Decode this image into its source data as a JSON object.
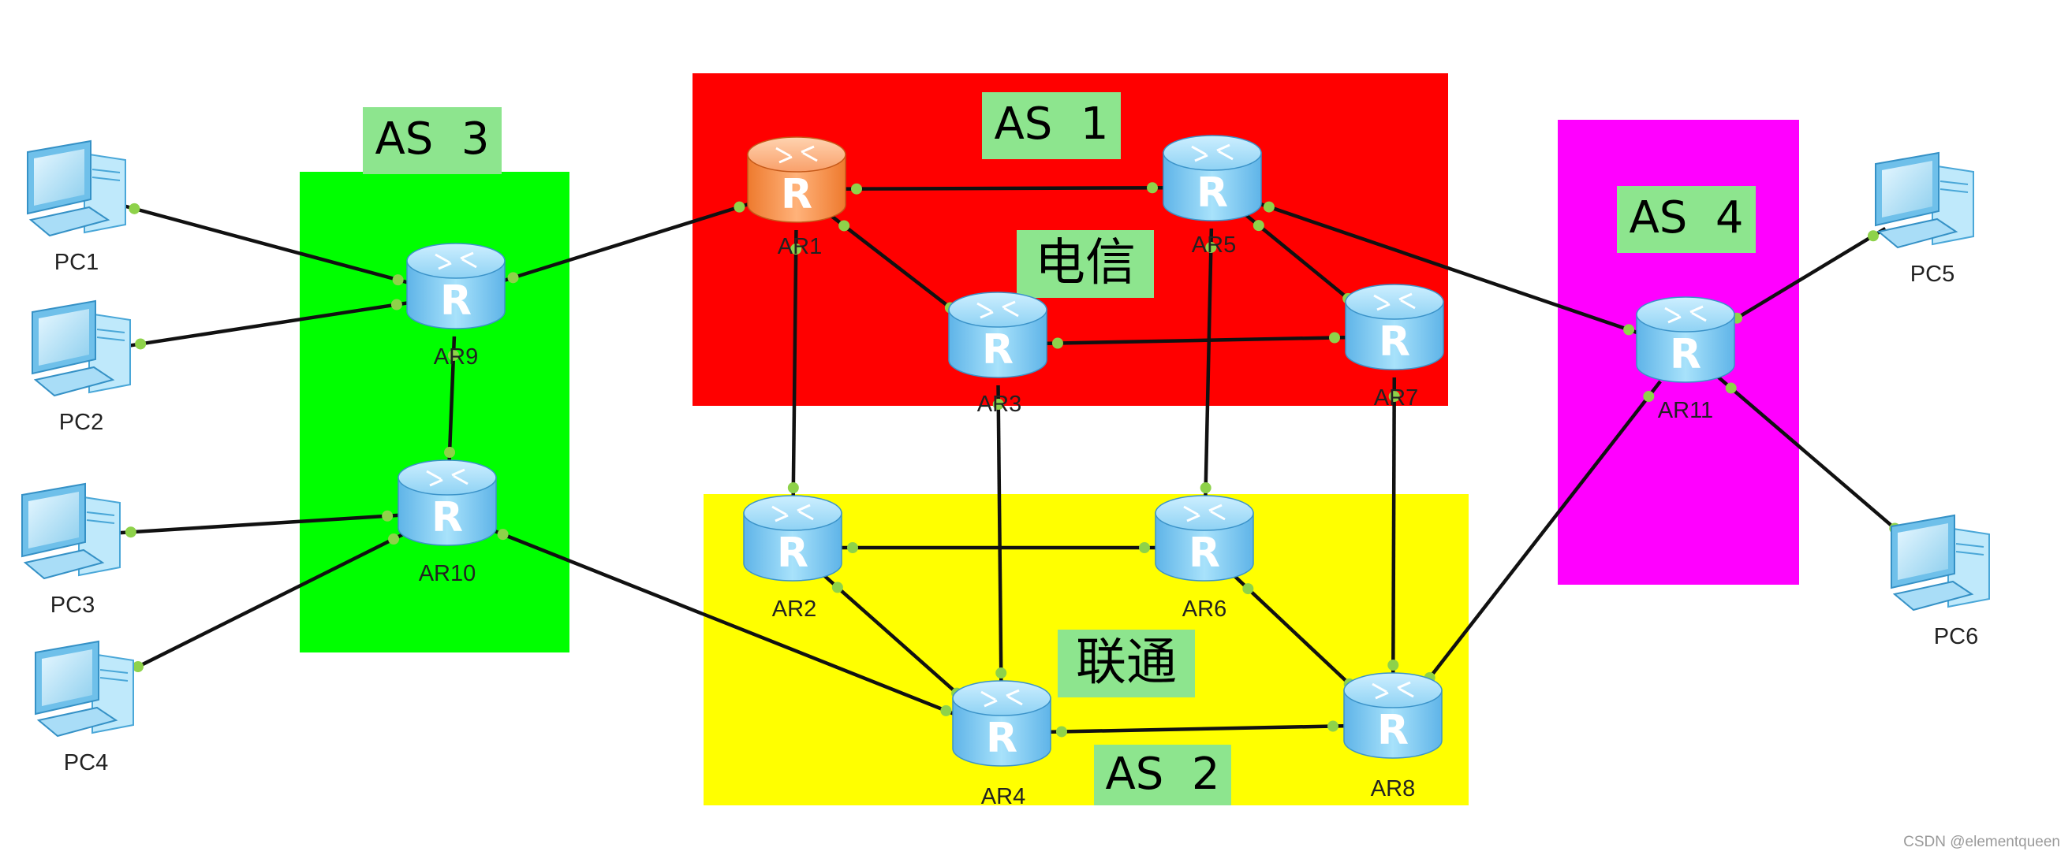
{
  "diagram": {
    "areas": [
      {
        "id": "as1",
        "label": "AS  1",
        "color": "#ff0000"
      },
      {
        "id": "as2",
        "label": "AS  2",
        "color": "#ffff00"
      },
      {
        "id": "as3",
        "label": "AS  3",
        "color": "#00ff00"
      },
      {
        "id": "as4",
        "label": "AS  4",
        "color": "#ff00ff"
      }
    ],
    "isp_labels": {
      "telecom": "电信",
      "unicom": "联通"
    },
    "label_bg": "#8de58e",
    "routers": [
      "AR1",
      "AR2",
      "AR3",
      "AR4",
      "AR5",
      "AR6",
      "AR7",
      "AR8",
      "AR9",
      "AR10",
      "AR11"
    ],
    "pcs": [
      "PC1",
      "PC2",
      "PC3",
      "PC4",
      "PC5",
      "PC6"
    ],
    "links": [
      [
        "PC1",
        "AR9"
      ],
      [
        "PC2",
        "AR9"
      ],
      [
        "PC3",
        "AR10"
      ],
      [
        "PC4",
        "AR10"
      ],
      [
        "AR9",
        "AR10"
      ],
      [
        "AR9",
        "AR1"
      ],
      [
        "AR10",
        "AR4"
      ],
      [
        "AR1",
        "AR5"
      ],
      [
        "AR1",
        "AR3"
      ],
      [
        "AR1",
        "AR2"
      ],
      [
        "AR5",
        "AR7"
      ],
      [
        "AR3",
        "AR7"
      ],
      [
        "AR5",
        "AR6"
      ],
      [
        "AR5",
        "AR11"
      ],
      [
        "AR3",
        "AR4"
      ],
      [
        "AR2",
        "AR6"
      ],
      [
        "AR2",
        "AR4"
      ],
      [
        "AR6",
        "AR8"
      ],
      [
        "AR4",
        "AR8"
      ],
      [
        "AR7",
        "AR8"
      ],
      [
        "AR8",
        "AR11"
      ],
      [
        "AR11",
        "PC5"
      ],
      [
        "AR11",
        "PC6"
      ]
    ],
    "router_colors": {
      "default": "#7fc8f0",
      "AR1": "#f5944a"
    },
    "port_color": "#8ed24a"
  },
  "watermark": "CSDN @elementqueen"
}
